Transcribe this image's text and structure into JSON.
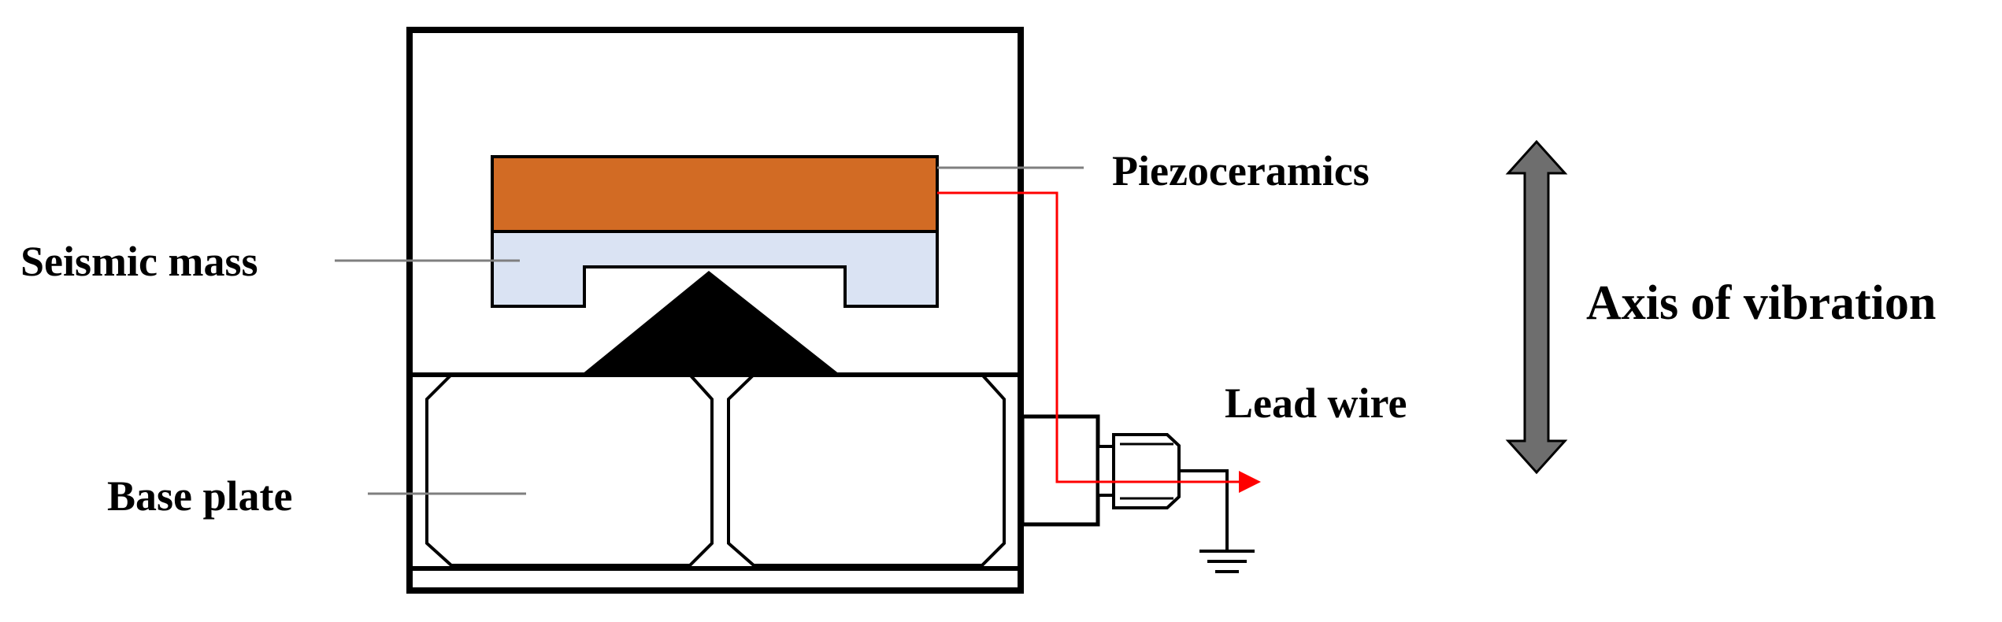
{
  "labels": {
    "piezoceramics": "Piezoceramics",
    "seismic_mass": "Seismic mass",
    "base_plate": "Base plate",
    "lead_wire": "Lead wire",
    "axis_of_vibration": "Axis of vibration"
  },
  "colors": {
    "outline": "#000000",
    "piezoceramics_fill": "#D26B24",
    "seismic_mass_fill": "#DAE3F3",
    "leader_line": "#7F7F7F",
    "lead_wire": "#FF0000",
    "axis_arrow_fill": "#6E6E6E"
  },
  "icons": {
    "ground": "ground-symbol-icon",
    "axis_arrow": "double-headed-arrow-icon"
  }
}
